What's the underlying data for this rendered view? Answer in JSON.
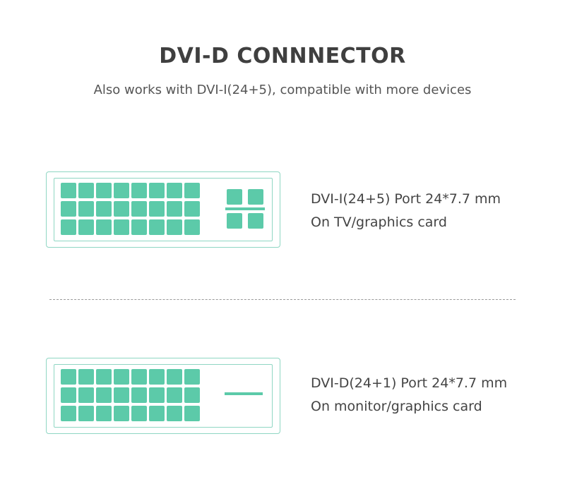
{
  "header": {
    "title": "DVI-D CONNNECTOR",
    "subtitle": "Also works with DVI-I(24+5), compatible with more devices"
  },
  "ports": [
    {
      "line1": "DVI-I(24+5) Port 24*7.7 mm",
      "line2": "On TV/graphics card"
    },
    {
      "line1": "DVI-D(24+1) Port 24*7.7 mm",
      "line2": "On monitor/graphics card"
    }
  ],
  "colors": {
    "pin": "#5ccaa9",
    "outline": "#8fd6c3",
    "divider": "#9a9a9a"
  },
  "icons": {
    "dvi_i": "dvi-i-port-icon",
    "dvi_d": "dvi-d-port-icon"
  }
}
